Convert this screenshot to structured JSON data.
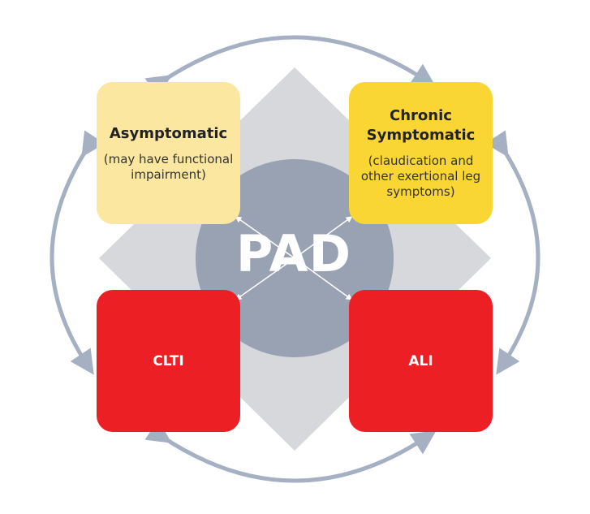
{
  "center": {
    "label": "PAD"
  },
  "boxes": {
    "asymptomatic": {
      "title": "Asymptomatic",
      "subtitle": "(may have functional impairment)"
    },
    "chronic": {
      "title_line1": "Chronic",
      "title_line2": "Symptomatic",
      "subtitle": "(claudication and other exertional leg symptoms)"
    },
    "clti": {
      "title": "CLTI"
    },
    "ali": {
      "title": "ALI"
    }
  },
  "colors": {
    "asymptomatic": "#FBE79F",
    "chronic": "#FAD635",
    "red": "#EC1F25",
    "diamond": "#D6D8DC",
    "circle": "#98A2B3",
    "arrow": "#A5B0C3"
  }
}
